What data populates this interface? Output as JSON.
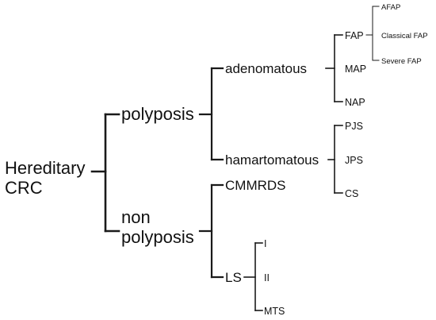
{
  "diagram": {
    "root": [
      "Hereditary",
      "CRC"
    ],
    "polyposis": {
      "label": "polyposis",
      "adenomatous": {
        "label": "adenomatous",
        "fap": {
          "label": "FAP",
          "subtypes": [
            "AFAP",
            "Classical FAP",
            "Severe FAP"
          ]
        },
        "map": "MAP",
        "nap": "NAP"
      },
      "hamartomatous": {
        "label": "hamartomatous",
        "items": [
          "PJS",
          "JPS",
          "CS"
        ]
      }
    },
    "non_polyposis": {
      "label": [
        "non",
        "polyposis"
      ],
      "cmmrds": "CMMRDS",
      "ls": {
        "label": "LS",
        "items": [
          "I",
          "II",
          "MTS"
        ]
      }
    }
  }
}
